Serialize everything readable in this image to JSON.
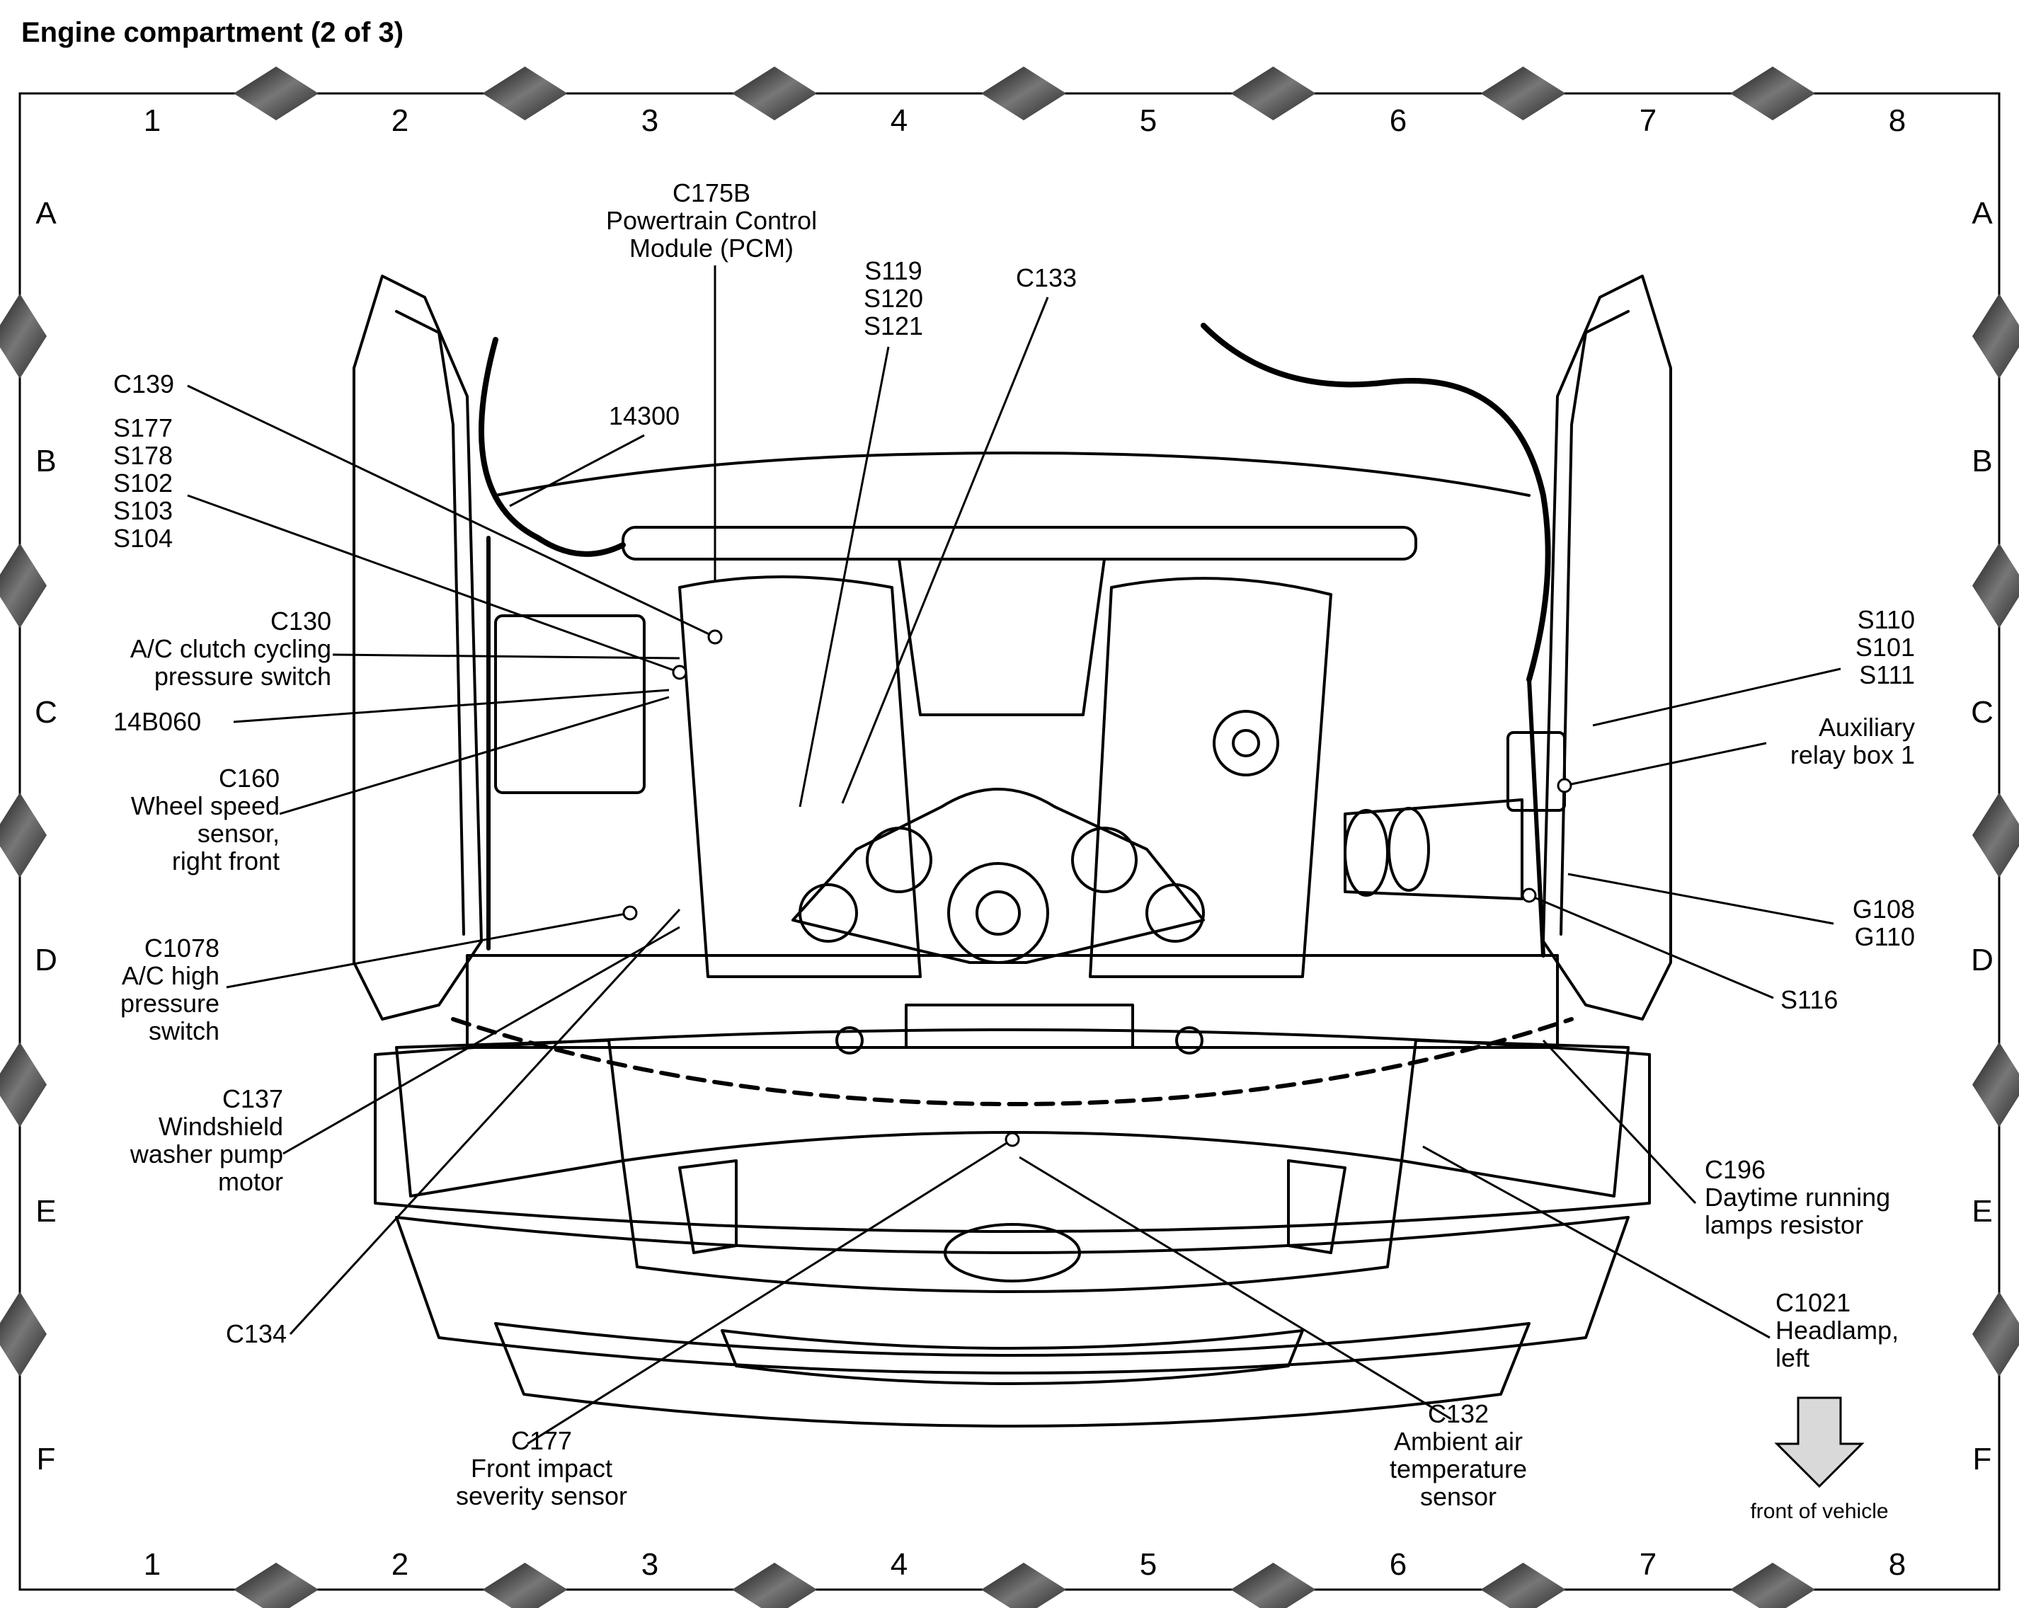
{
  "page": {
    "title": "Engine compartment (2 of 3)"
  },
  "grid": {
    "columns": [
      "1",
      "2",
      "3",
      "4",
      "5",
      "6",
      "7",
      "8"
    ],
    "rows": [
      "A",
      "B",
      "C",
      "D",
      "E",
      "F"
    ]
  },
  "callouts": [
    {
      "id": "c175b",
      "lines": [
        "C175B",
        "Powertrain Control",
        "Module (PCM)"
      ]
    },
    {
      "id": "s119",
      "lines": [
        "S119",
        "S120",
        "S121"
      ]
    },
    {
      "id": "c133",
      "lines": [
        "C133"
      ]
    },
    {
      "id": "c139",
      "lines": [
        "C139"
      ]
    },
    {
      "id": "s177",
      "lines": [
        "S177",
        "S178",
        "S102",
        "S103",
        "S104"
      ]
    },
    {
      "id": "n14300",
      "lines": [
        "14300"
      ]
    },
    {
      "id": "c130",
      "lines": [
        "C130",
        "A/C clutch cycling",
        "pressure switch"
      ]
    },
    {
      "id": "n14b060",
      "lines": [
        "14B060"
      ]
    },
    {
      "id": "c160",
      "lines": [
        "C160",
        "Wheel speed",
        "sensor,",
        "right front"
      ]
    },
    {
      "id": "c1078",
      "lines": [
        "C1078",
        "A/C high",
        "pressure",
        "switch"
      ]
    },
    {
      "id": "c137",
      "lines": [
        "C137",
        "Windshield",
        "washer pump",
        "motor"
      ]
    },
    {
      "id": "c134",
      "lines": [
        "C134"
      ]
    },
    {
      "id": "c177",
      "lines": [
        "C177",
        "Front impact",
        "severity sensor"
      ]
    },
    {
      "id": "c132",
      "lines": [
        "C132",
        "Ambient air",
        "temperature",
        "sensor"
      ]
    },
    {
      "id": "s110",
      "lines": [
        "S110",
        "S101",
        "S111"
      ]
    },
    {
      "id": "aux",
      "lines": [
        "Auxiliary",
        "relay box 1"
      ]
    },
    {
      "id": "g108",
      "lines": [
        "G108",
        "G110"
      ]
    },
    {
      "id": "s116",
      "lines": [
        "S116"
      ]
    },
    {
      "id": "c196",
      "lines": [
        "C196",
        "Daytime running",
        "lamps resistor"
      ]
    },
    {
      "id": "c1021",
      "lines": [
        "C1021",
        "Headlamp,",
        "left"
      ]
    }
  ],
  "front_indicator": {
    "label": "front of vehicle"
  },
  "colors": {
    "ink": "#000000",
    "background": "#ffffff",
    "arrow_fill": "#d9d9d9"
  }
}
